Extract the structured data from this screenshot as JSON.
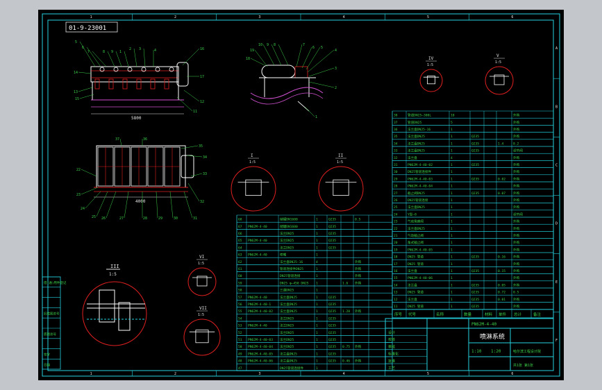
{
  "drawing_no": "01-9-23001",
  "zone_numbers_top": [
    "1",
    "2",
    "3",
    "4",
    "5",
    "6"
  ],
  "zone_numbers_bottom": [
    "1",
    "2",
    "3",
    "4",
    "5",
    "6"
  ],
  "zone_letters_right": [
    "A",
    "B",
    "C",
    "D",
    "E",
    "F"
  ],
  "side_labels": [
    "借(通)用件登记",
    "",
    "",
    "旧底图总号",
    "",
    "底图总号",
    "",
    "签字",
    "日期"
  ],
  "views": {
    "front": {
      "dim_label": "5800",
      "leaders": [
        "5",
        "6",
        "7",
        "8",
        "9",
        "1",
        "2",
        "3",
        "4",
        "14",
        "13",
        "15",
        "16",
        "17",
        "12",
        "11"
      ]
    },
    "side": {
      "leaders": [
        "18",
        "19",
        "10",
        "9",
        "8",
        "7",
        "6",
        "5",
        "4",
        "3",
        "2",
        "1"
      ]
    },
    "plan": {
      "dim_label": "4000",
      "leaders": [
        "22",
        "23",
        "24",
        "25",
        "26",
        "27",
        "28",
        "29",
        "30",
        "31",
        "32",
        "33",
        "34",
        "35",
        "36",
        "37"
      ]
    },
    "detail_I": {
      "title": "I",
      "scale": "1:5"
    },
    "detail_II": {
      "title": "II",
      "scale": "1:5"
    },
    "detail_III": {
      "title": "III",
      "scale": "1:5"
    },
    "detail_IV": {
      "title": "IV",
      "scale": "1:5"
    },
    "detail_V": {
      "title": "V",
      "scale": "1:5"
    },
    "detail_VI": {
      "title": "VI",
      "scale": "1:5"
    },
    "detail_VII": {
      "title": "VII",
      "scale": "1:5"
    }
  },
  "bom_right": [
    [
      "38",
      "管道DN25—300L",
      "10",
      "",
      "",
      "",
      "外购"
    ],
    [
      "37",
      "管道DN25",
      "5",
      "",
      "",
      "",
      "外购"
    ],
    [
      "36",
      "法兰盘DN25-16",
      "1",
      "",
      "",
      "",
      "外购"
    ],
    [
      "35",
      "法兰盘DN25",
      "1",
      "Q235",
      "",
      "",
      "外购"
    ],
    [
      "34",
      "法兰盘DN25",
      "1",
      "Q235",
      "",
      "1.4",
      "8.2"
    ],
    [
      "33",
      "法兰盘DN25",
      "1",
      "Q235",
      "",
      "",
      "调节阀"
    ],
    [
      "32",
      "法兰盘",
      "4",
      "",
      "",
      "",
      "外购"
    ],
    [
      "31",
      "PN62M-4-40-02",
      "1",
      "Q235",
      "",
      "",
      "外购"
    ],
    [
      "30",
      "DN25管道连接件",
      "1",
      "",
      "",
      "",
      "外购"
    ],
    [
      "29",
      "PN62M-4-40-03",
      "1",
      "Q235",
      "",
      "0.02",
      "外购"
    ],
    [
      "28",
      "PN62M-4-40-04",
      "1",
      "",
      "",
      "",
      "外购"
    ],
    [
      "27",
      "截止阀DN25",
      "1",
      "Q235",
      "",
      "0.07",
      "外购"
    ],
    [
      "26",
      "DN25管道连接",
      "1",
      "",
      "",
      "",
      "外购"
    ],
    [
      "25",
      "法兰盘DN25",
      "1",
      "",
      "",
      "",
      "外购"
    ],
    [
      "24",
      "Y型—8",
      "1",
      "",
      "",
      "",
      "调节阀"
    ],
    [
      "23",
      "气动角座阀",
      "1",
      "",
      "",
      "",
      "外购"
    ],
    [
      "22",
      "法兰盘DN25",
      "1",
      "",
      "",
      "",
      "外购"
    ],
    [
      "21",
      "气动截止阀",
      "1",
      "",
      "",
      "",
      "外购"
    ],
    [
      "20",
      "角式截止阀",
      "1",
      "",
      "",
      "",
      "外购"
    ],
    [
      "19",
      "PN62M-4-40-05",
      "1",
      "",
      "",
      "",
      "外购"
    ],
    [
      "18",
      "DN25 管道",
      "1",
      "Q235",
      "",
      "0.16",
      "外购"
    ],
    [
      "17",
      "DN25 管道",
      "1",
      "",
      "",
      "",
      "外购"
    ],
    [
      "16",
      "法兰盘",
      "1",
      "Q235",
      "",
      "0.15",
      "外购"
    ],
    [
      "15",
      "PN62M-4-40-06",
      "1",
      "",
      "",
      "",
      "外购"
    ],
    [
      "14",
      "法兰盘",
      "1",
      "Q235",
      "",
      "0.05",
      "外购"
    ],
    [
      "13",
      "DN25 管道",
      "1",
      "Q235",
      "",
      "0.72",
      "0.5"
    ],
    [
      "12",
      "法兰盘",
      "1",
      "Q235",
      "",
      "0.01",
      "外购"
    ],
    [
      "11",
      "DN25 管道",
      "1",
      "Q235",
      "",
      "",
      "外购"
    ]
  ],
  "bom_left": [
    [
      "68",
      "",
      "储罐DN1600",
      "1",
      "Q235",
      "",
      "0.5"
    ],
    [
      "67",
      "PN62M-4-40",
      "储罐DN1600",
      "1",
      "Q235",
      "",
      ""
    ],
    [
      "66",
      "",
      "法兰DN25",
      "1",
      "Q235",
      "",
      ""
    ],
    [
      "65",
      "PN62M-4-40",
      "法兰DN25",
      "1",
      "Q235",
      "",
      ""
    ],
    [
      "64",
      "",
      "法兰DN25",
      "1",
      "Q235",
      "",
      ""
    ],
    [
      "63",
      "PN62M-4-40",
      "喷嘴",
      "1",
      "",
      "",
      ""
    ],
    [
      "62",
      "",
      "法兰盘DN25-16",
      "4",
      "",
      "",
      "外购"
    ],
    [
      "61",
      "",
      "管道连接件DN25",
      "1",
      "",
      "",
      "外购"
    ],
    [
      "60",
      "",
      "DN25管道连接",
      "1",
      "",
      "",
      "外购"
    ],
    [
      "59",
      "",
      "DN25 φ—450 DN25",
      "1",
      "",
      "1.6",
      "外购"
    ],
    [
      "58",
      "",
      "三通DN25",
      "1",
      "",
      "",
      ""
    ],
    [
      "57",
      "PN62M-4-40",
      "法兰盘DN25",
      "1",
      "Q235",
      "",
      ""
    ],
    [
      "56",
      "PN62M-4-40-1",
      "法兰盘DN25",
      "1",
      "Q235",
      "",
      ""
    ],
    [
      "55",
      "PN62M-4-40-02",
      "法兰盘DN25",
      "1",
      "Q235",
      "1.28",
      "外购"
    ],
    [
      "54",
      "",
      "法兰DN25",
      "1",
      "Q235",
      "",
      ""
    ],
    [
      "53",
      "PN62M-4-40",
      "法兰DN25",
      "1",
      "Q235",
      "",
      ""
    ],
    [
      "52",
      "",
      "法兰DN25",
      "1",
      "Q235",
      "",
      ""
    ],
    [
      "51",
      "PN62M-4-40-03",
      "法兰DN25",
      "1",
      "Q235",
      "",
      ""
    ],
    [
      "50",
      "PN62M-4-40-04",
      "法兰DN25",
      "1",
      "Q235",
      "0.75",
      "外购"
    ],
    [
      "49",
      "PN62M-4-40-05",
      "法兰盘DN25",
      "1",
      "Q235",
      "",
      ""
    ],
    [
      "48",
      "PN62M-4-40-06",
      "法兰盘DN25",
      "1",
      "Q235",
      "0.46",
      "外购"
    ],
    [
      "47",
      "",
      "DN25管道连接件",
      "1",
      "",
      "",
      ""
    ]
  ],
  "bom_header": [
    "序号",
    "代号",
    "名称",
    "数量",
    "材料",
    "单件",
    "总计",
    "备注"
  ],
  "title_block": {
    "doc_code": "PN62M-4-40",
    "title": "喷淋系统",
    "company": "哈尔滨工程设计院",
    "sheet": "共1张 第1张",
    "scale": "1:10",
    "weight": "1:20",
    "rows": [
      "设计",
      "校核",
      "审核",
      "标准化",
      "批准",
      "工艺"
    ]
  },
  "colors": {
    "background": "#000000",
    "frame": "#24d3e0",
    "part": "#ffffff",
    "accent": "#e02020",
    "text": "#3dd24a",
    "magenta": "#d050d0"
  }
}
